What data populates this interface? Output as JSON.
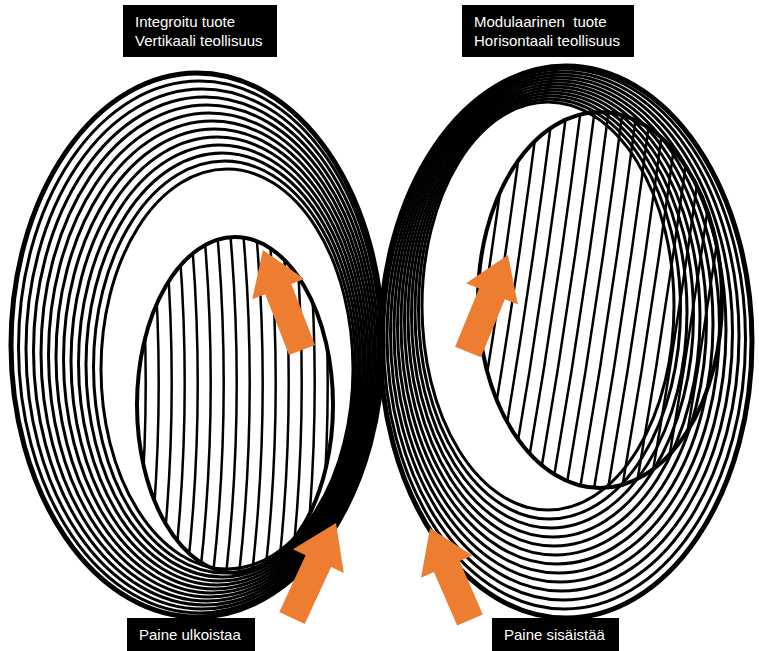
{
  "diagram": {
    "nodes": [
      {
        "text": [
          "Integroitu tuote",
          "Vertikaali teollisuus"
        ]
      },
      {
        "text": [
          "Modulaarinen  tuote",
          "Horisontaali teollisuus"
        ]
      },
      {
        "text": [
          "Paine ulkoistaa"
        ]
      },
      {
        "text": [
          "Paine sisäistää"
        ]
      }
    ]
  }
}
